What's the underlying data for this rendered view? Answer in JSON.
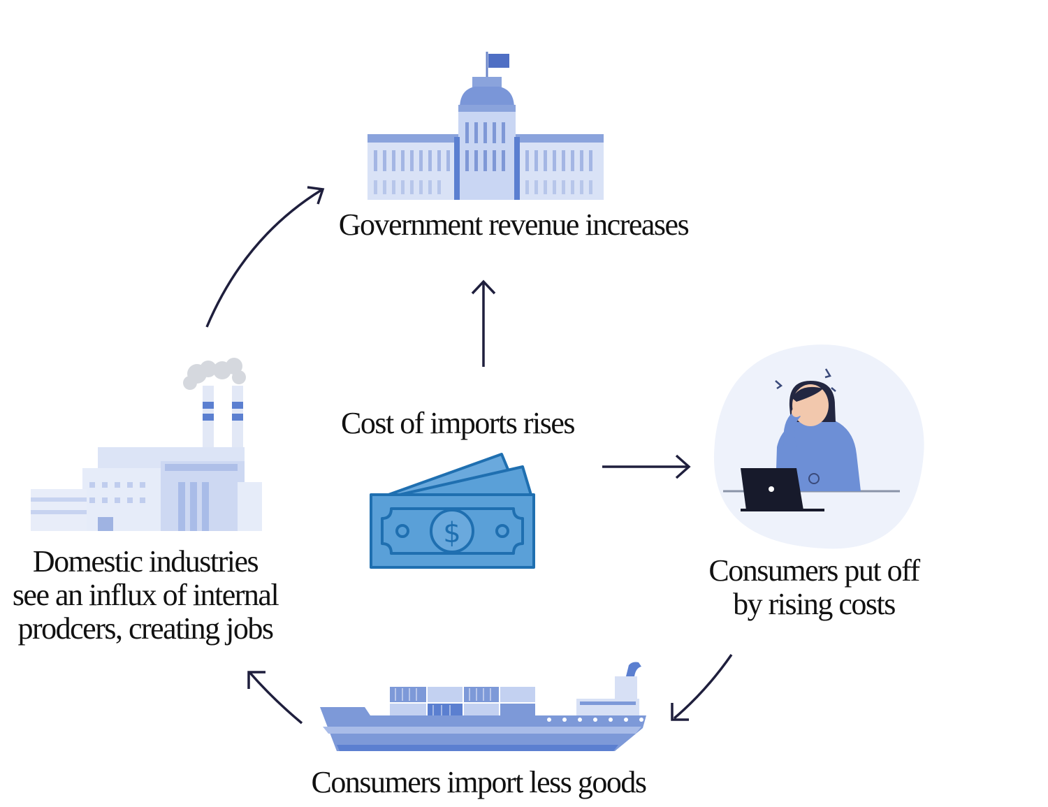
{
  "diagram": {
    "center": {
      "label": "Cost of imports rises",
      "icon": "money-bills-icon"
    },
    "government": {
      "label": "Government revenue increases",
      "icon": "government-building-icon"
    },
    "consumers_put_off": {
      "lines": [
        "Consumers put off",
        "by rising costs"
      ],
      "icon": "stressed-consumer-icon"
    },
    "import_less": {
      "label": "Consumers import less goods",
      "icon": "cargo-ship-icon"
    },
    "domestic": {
      "lines": [
        "Domestic industries",
        "see an influx of internal",
        "prodcers, creating jobs"
      ],
      "icon": "factory-icon"
    }
  },
  "colors": {
    "arrow": "#1f1f3d",
    "icon_light": "#dde5f7",
    "icon_mid": "#a9bce8",
    "icon_dark": "#5b7fd0",
    "money_fill": "#5aa0d8",
    "money_stroke": "#1f6fb0",
    "ship_hull": "#7d99d8"
  }
}
